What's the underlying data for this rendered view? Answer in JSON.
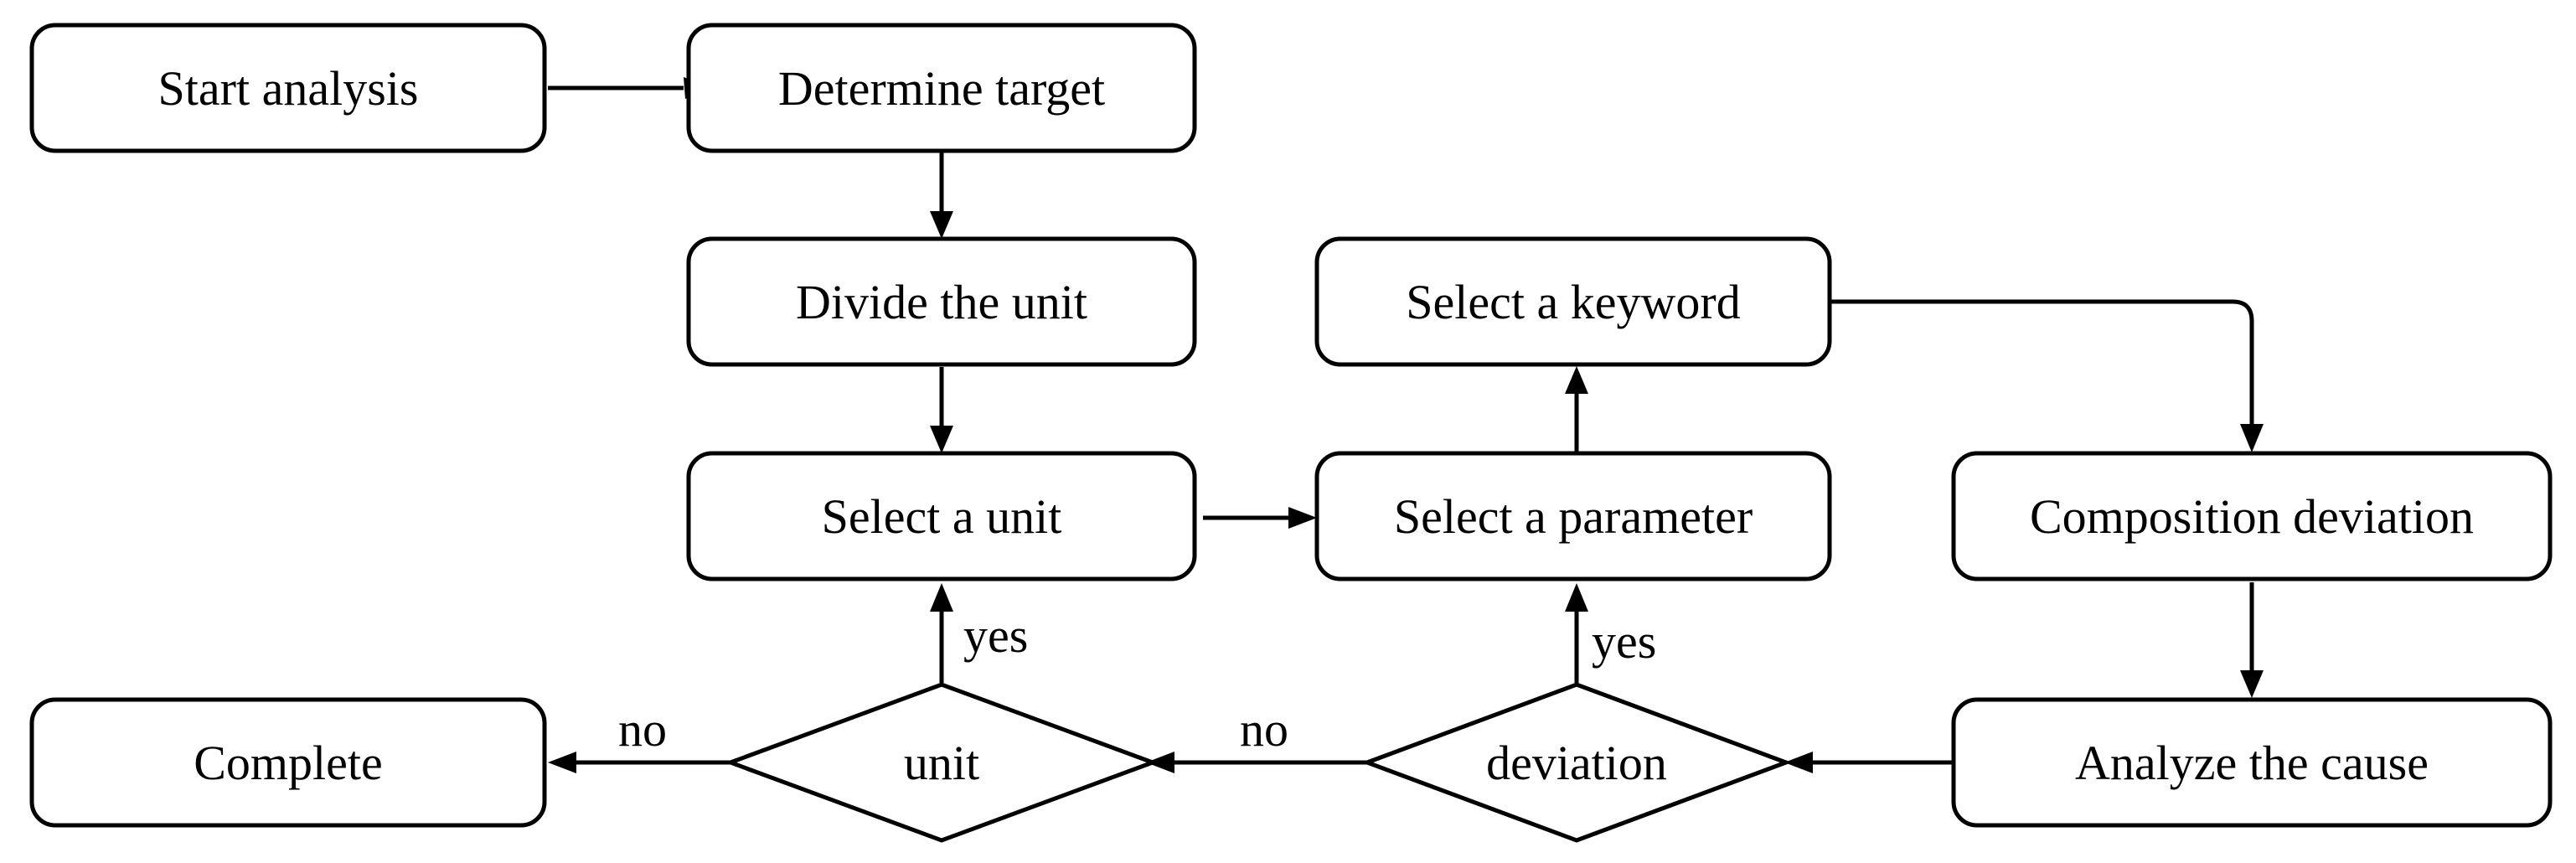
{
  "nodes": {
    "start": "Start analysis",
    "target": "Determine target",
    "divide": "Divide the unit",
    "select_unit": "Select a unit",
    "select_parameter": "Select a parameter",
    "select_keyword": "Select a keyword",
    "composition": "Composition deviation",
    "analyze": "Analyze the cause",
    "deviation": "deviation",
    "unit": "unit",
    "complete": "Complete"
  },
  "edge_labels": {
    "unit_yes": "yes",
    "deviation_yes": "yes",
    "unit_no": "no",
    "deviation_no": "no"
  }
}
